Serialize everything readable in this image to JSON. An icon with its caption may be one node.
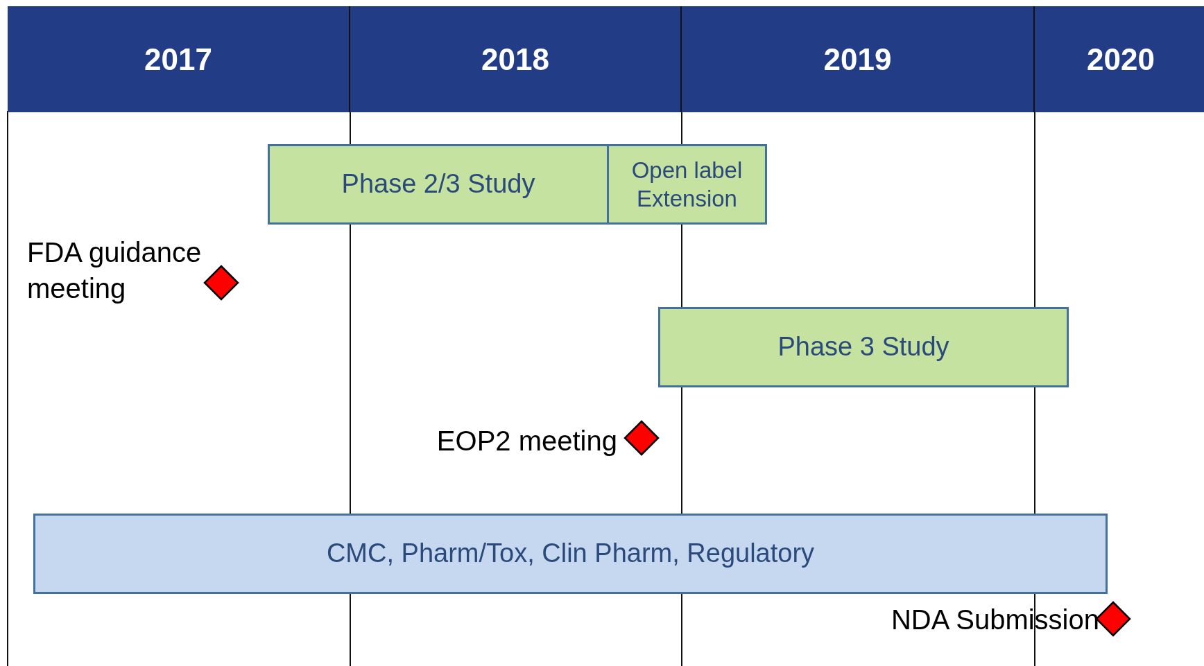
{
  "diagram": {
    "nodes": [
      {
        "text": [
          "2017"
        ]
      },
      {
        "text": [
          "2018"
        ]
      },
      {
        "text": [
          "2019"
        ]
      },
      {
        "text": [
          "2020"
        ]
      },
      {
        "text": [
          "Phase 2/3 Study"
        ]
      },
      {
        "text": [
          "Open label Extension"
        ]
      },
      {
        "text": [
          "Phase 3 Study"
        ]
      },
      {
        "text": [],
        "shape": "diamond",
        "beside": [
          "FDA guidance meeting"
        ]
      },
      {
        "text": [],
        "shape": "diamond",
        "beside": [
          "EOP2 meeting"
        ]
      },
      {
        "text": [
          "CMC, Pharm/Tox, Clin Pharm, Regulatory"
        ]
      },
      {
        "text": [],
        "shape": "diamond",
        "beside": [
          "NDA Submission"
        ]
      }
    ]
  }
}
